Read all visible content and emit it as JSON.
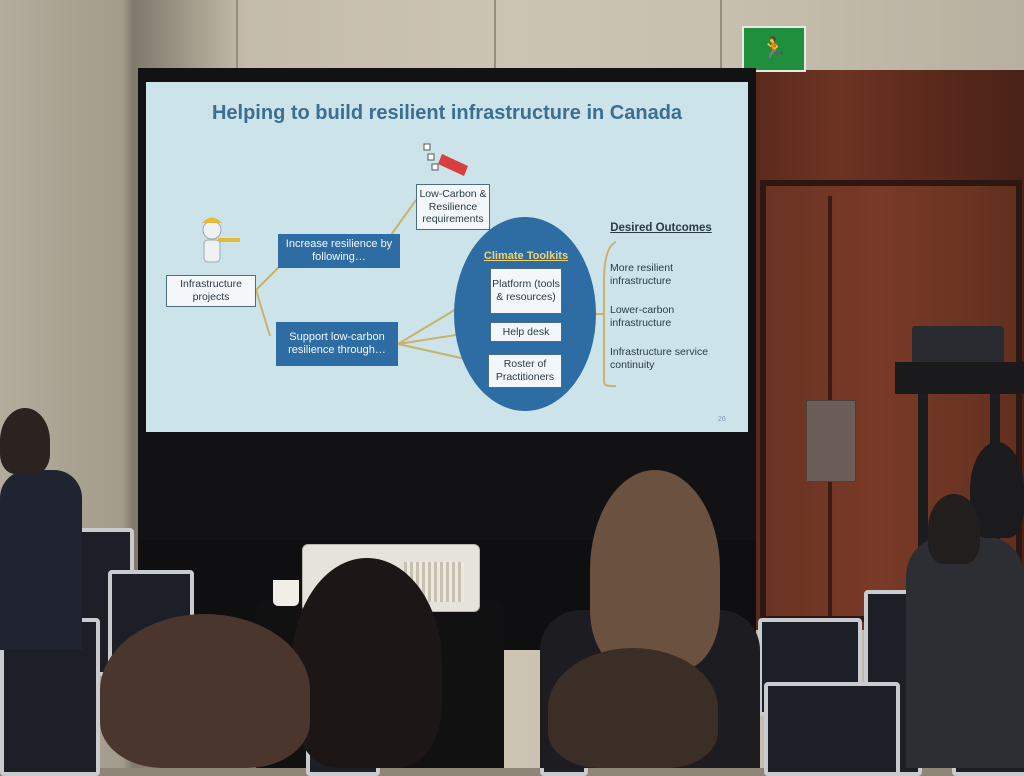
{
  "scene": {
    "description_alt": "",
    "exit_sign_icon": "running-person-exit-icon"
  },
  "slide": {
    "title": "Helping to build resilient infrastructure in Canada",
    "left_node": "Infrastructure projects",
    "branch_top": "Increase resilience by following…",
    "branch_bottom": "Support low-carbon resilience through…",
    "requirements": "Low-Carbon & Resilience requirements",
    "toolkit_title": "Climate Toolkits",
    "toolkit_items": [
      "Platform (tools & resources)",
      "Help desk",
      "Roster of Practitioners"
    ],
    "outcomes_title": "Desired Outcomes",
    "outcomes": [
      "More resilient infrastructure",
      "Lower-carbon infrastructure",
      "Infrastructure service continuity"
    ],
    "page_number": "26",
    "colors": {
      "background": "#cde3ea",
      "title": "#3a6f92",
      "box": "#2e6da4",
      "accent_line": "#c9b26a"
    }
  }
}
